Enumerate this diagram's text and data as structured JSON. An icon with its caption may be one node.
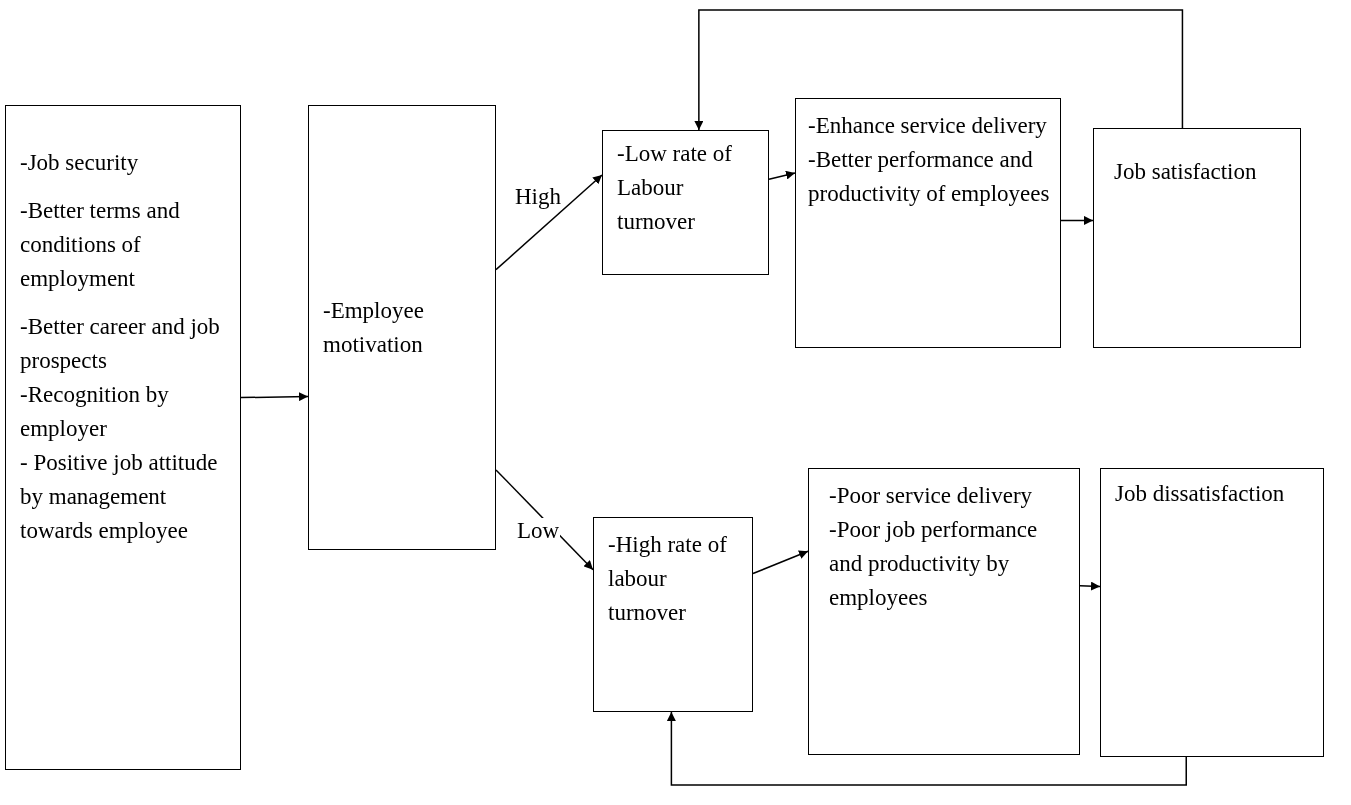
{
  "diagram": {
    "nodes": [
      {
        "text": [
          "-Job security",
          "-Better terms and conditions of employment",
          "-Better career and job prospects",
          "-Recognition by employer",
          "- Positive job attitude  by management towards employee"
        ]
      },
      {
        "text": [
          "-Employee motivation"
        ]
      },
      {
        "text": [
          "-Low rate of Labour turnover"
        ]
      },
      {
        "text": [
          "-Enhance service delivery",
          "-Better performance and productivity of employees"
        ]
      },
      {
        "text": [
          "Job satisfaction"
        ]
      },
      {
        "text": [
          "-High rate of labour turnover"
        ]
      },
      {
        "text": [
          "-Poor service delivery",
          "-Poor job performance and productivity by employees"
        ]
      },
      {
        "text": [
          "Job dissatisfaction"
        ]
      }
    ],
    "edges": [
      {
        "from": 0,
        "to": 1,
        "arrow": "to"
      },
      {
        "from": 1,
        "to": 2,
        "arrow": "to",
        "label": "High"
      },
      {
        "from": 2,
        "to": 3,
        "arrow": "to"
      },
      {
        "from": 3,
        "to": 4,
        "arrow": "to"
      },
      {
        "from": 4,
        "to": 2,
        "arrow": "to"
      },
      {
        "from": 1,
        "to": 5,
        "arrow": "to",
        "label": "Low"
      },
      {
        "from": 5,
        "to": 6,
        "arrow": "to"
      },
      {
        "from": 6,
        "to": 7,
        "arrow": "to"
      },
      {
        "from": 7,
        "to": 5,
        "arrow": "to"
      }
    ]
  }
}
